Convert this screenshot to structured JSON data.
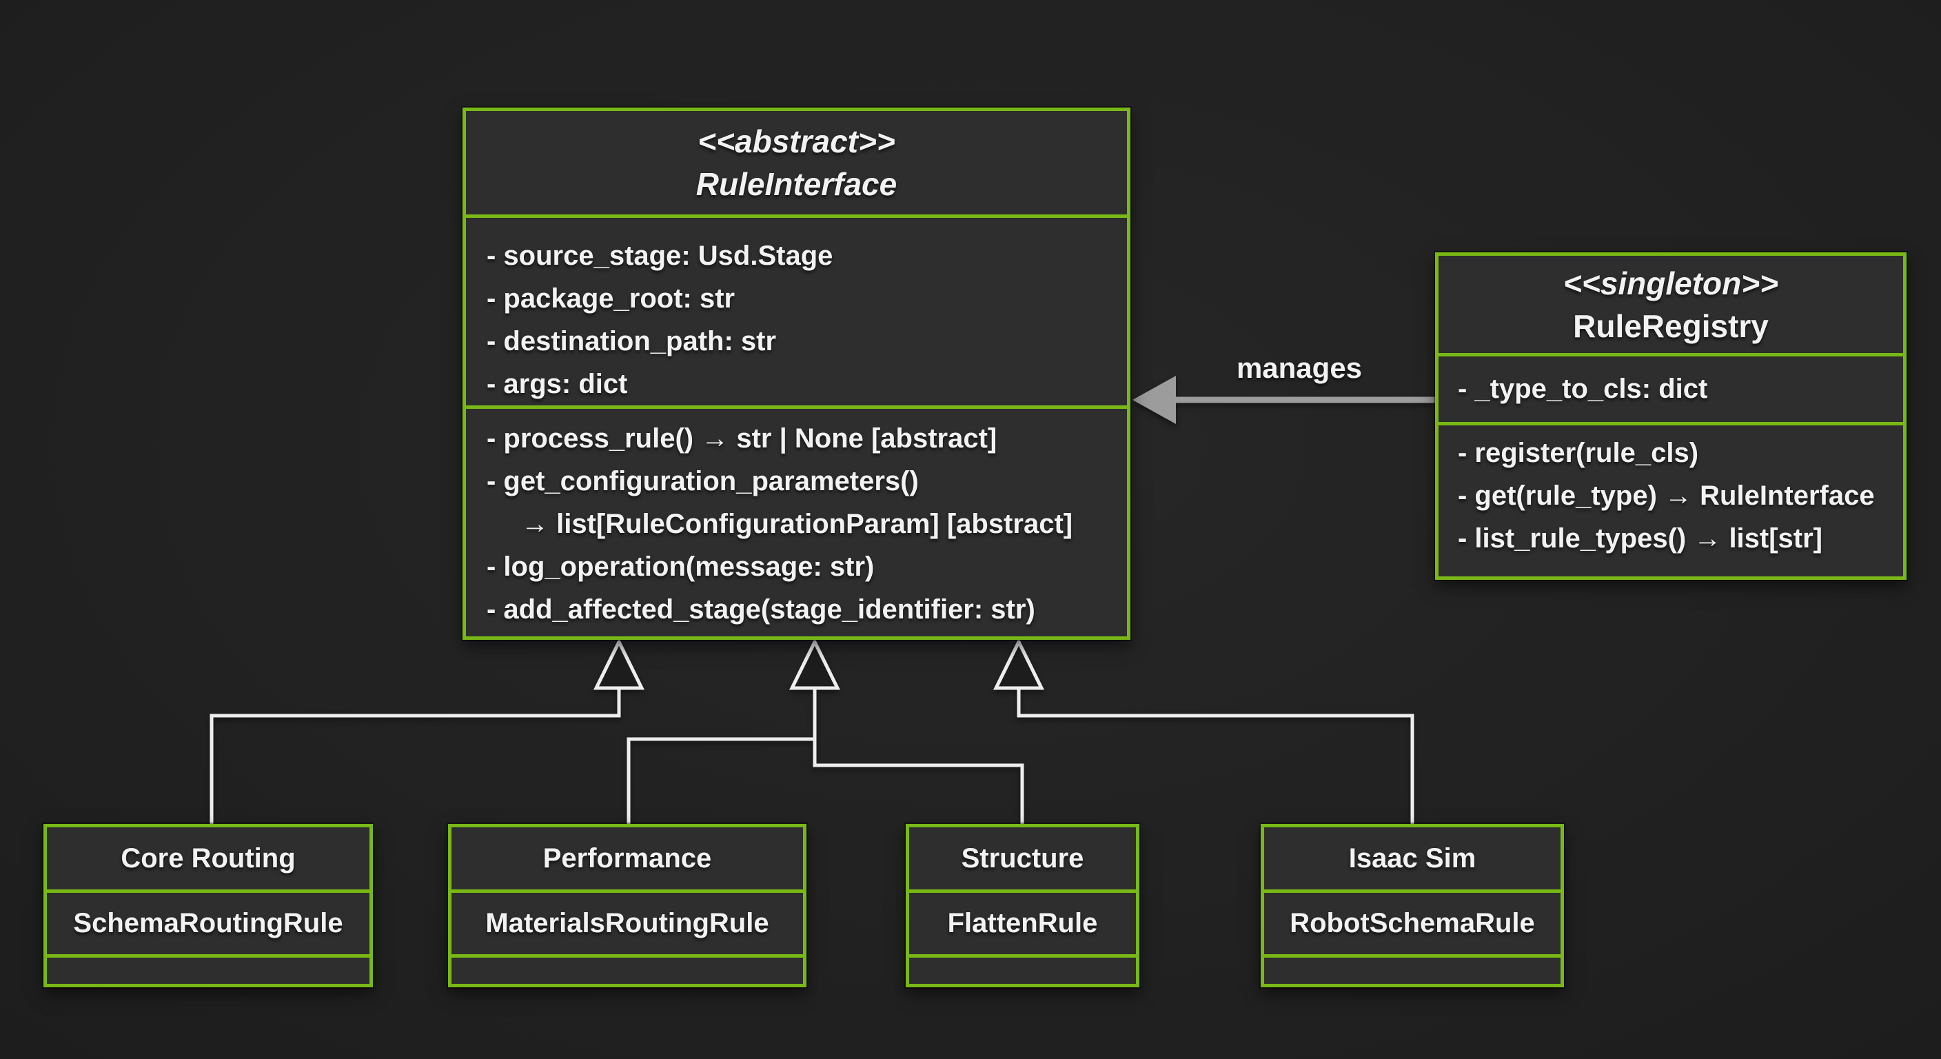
{
  "colors": {
    "background": "#1d1d1d",
    "box_fill": "#2e2e2e",
    "accent_green": "#79b816",
    "connector_white": "#eeeeee",
    "manages_gray": "#9c9c9c",
    "text": "#f2f2f2"
  },
  "classes": {
    "rule_interface": {
      "stereotype": "<<abstract>>",
      "name": "RuleInterface",
      "attributes": [
        "- source_stage: Usd.Stage",
        "- package_root: str",
        "- destination_path: str",
        "- args: dict"
      ],
      "methods": [
        "- process_rule() → str | None [abstract]",
        "- get_configuration_parameters()",
        "→ list[RuleConfigurationParam] [abstract]",
        "- log_operation(message: str)",
        "- add_affected_stage(stage_identifier: str)"
      ]
    },
    "rule_registry": {
      "stereotype": "<<singleton>>",
      "name": "RuleRegistry",
      "attributes": [
        "- _type_to_cls: dict"
      ],
      "methods": [
        "- register(rule_cls)",
        "- get(rule_type) → RuleInterface",
        "- list_rule_types() → list[str]"
      ]
    },
    "subclasses": [
      {
        "title": "Core Routing",
        "impl": "SchemaRoutingRule"
      },
      {
        "title": "Performance",
        "impl": "MaterialsRoutingRule"
      },
      {
        "title": "Structure",
        "impl": "FlattenRule"
      },
      {
        "title": "Isaac Sim",
        "impl": "RobotSchemaRule"
      }
    ]
  },
  "relations": {
    "manages_label": "manages"
  }
}
